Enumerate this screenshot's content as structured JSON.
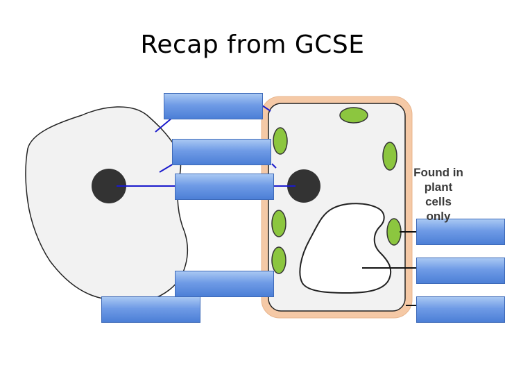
{
  "slide": {
    "title": "Recap from GCSE"
  },
  "diagram": {
    "plant_only_note": {
      "line1": "Found in",
      "line2": "plant cells",
      "line3": "only"
    },
    "colors": {
      "cell_fill": "#f2f2f2",
      "cell_wall": "#f5c9a6",
      "nucleus": "#333333",
      "chloroplast": "#8cc63f",
      "leader_line": "#1a1acc",
      "label_box": "#5b8ee0"
    },
    "labels": [
      {
        "id": "label-1",
        "text": ""
      },
      {
        "id": "label-2",
        "text": ""
      },
      {
        "id": "label-3",
        "text": ""
      },
      {
        "id": "label-4",
        "text": ""
      },
      {
        "id": "label-5",
        "text": ""
      },
      {
        "id": "label-6",
        "text": ""
      },
      {
        "id": "label-7",
        "text": ""
      },
      {
        "id": "label-8",
        "text": ""
      }
    ]
  }
}
